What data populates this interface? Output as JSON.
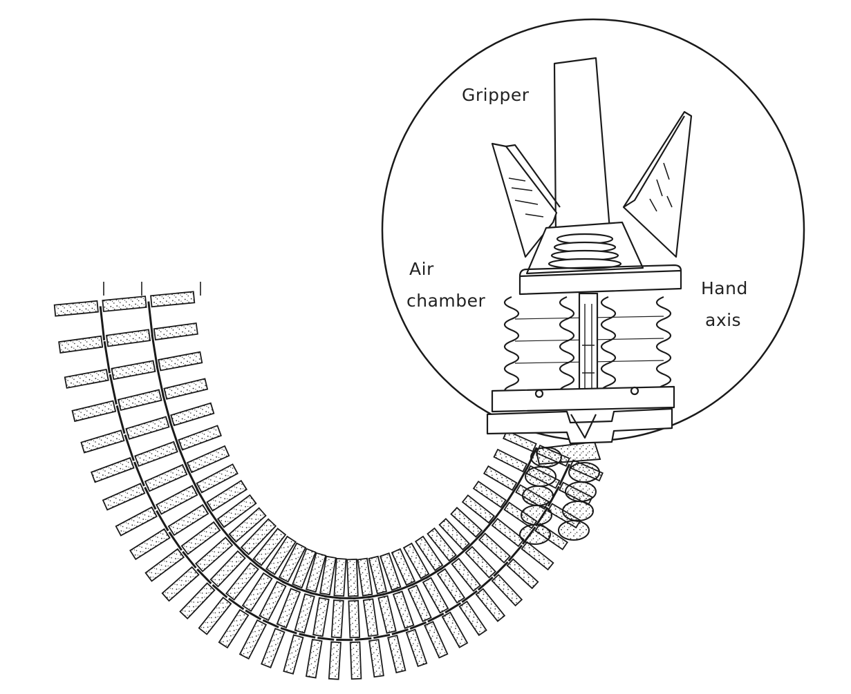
{
  "labels": {
    "gripper": "Gripper",
    "air_chamber_line1": "Air",
    "air_chamber_line2": "chamber",
    "hand_axis_line1": "Hand",
    "hand_axis_line2": "axis"
  },
  "colors": {
    "ink": "#1a1a1a",
    "paper": "#ffffff"
  }
}
